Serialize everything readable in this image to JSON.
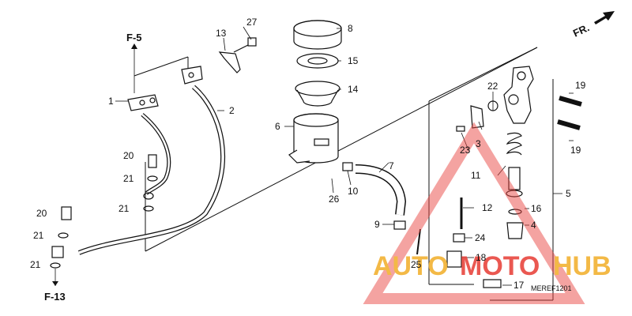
{
  "diagram": {
    "diagram_code": "MEREF1201",
    "front_label": "FR.",
    "refs": {
      "top": "F-5",
      "bottom": "F-13"
    },
    "callouts": {
      "c1": "1",
      "c2": "2",
      "c3": "3",
      "c4": "4",
      "c5": "5",
      "c6": "6",
      "c7": "7",
      "c8": "8",
      "c9": "9",
      "c10": "10",
      "c11": "11",
      "c12": "12",
      "c13": "13",
      "c14": "14",
      "c15": "15",
      "c16": "16",
      "c17": "17",
      "c18": "18",
      "c19a": "19",
      "c19b": "19",
      "c20a": "20",
      "c20b": "20",
      "c21a": "21",
      "c21b": "21",
      "c21c": "21",
      "c21d": "21",
      "c22": "22",
      "c23": "23",
      "c24": "24",
      "c25": "25",
      "c26": "26",
      "c27": "27"
    }
  },
  "watermark": {
    "text_a": "AUTO",
    "text_b": "MOTO",
    "text_c": "HUB",
    "color_primary": "#f2b233",
    "color_secondary": "#e8463f"
  }
}
